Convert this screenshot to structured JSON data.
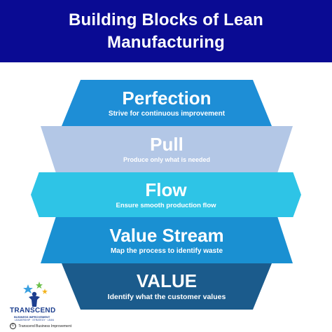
{
  "header": {
    "title_line1": "Building Blocks of Lean",
    "title_line2": "Manufacturing"
  },
  "blocks": [
    {
      "title": "Perfection",
      "subtitle": "Strive for continuous improvement",
      "color": "#1e8ed6"
    },
    {
      "title": "Pull",
      "subtitle": "Produce only what is needed",
      "color": "#b3c7e6"
    },
    {
      "title": "Flow",
      "subtitle": "Ensure smooth production flow",
      "color": "#2ec4e6"
    },
    {
      "title": "Value Stream",
      "subtitle": "Map the process to identify waste",
      "color": "#1a90d2"
    },
    {
      "title": "VALUE",
      "subtitle": "Identify what the customer values",
      "color": "#1b5b8c"
    }
  ],
  "logo": {
    "name": "TRANSCEND",
    "tagline1": "BUSINESS IMPROVEMENT",
    "tagline2": "LEADERSHIP · STRATEGY · LEAN",
    "copyright_symbol": "©",
    "copyright_text": "Transcend Business Improvement"
  },
  "colors": {
    "header_bg": "#0a0b93",
    "text": "#ffffff",
    "logo_blue": "#1d3f8f"
  }
}
